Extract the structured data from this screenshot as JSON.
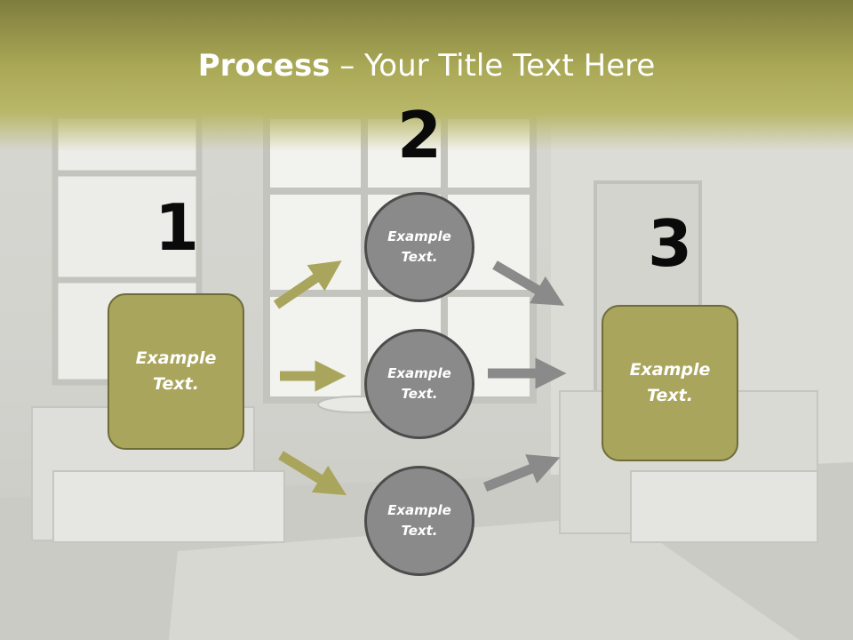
{
  "title": {
    "bold": "Process",
    "rest": " – Your Title Text Here"
  },
  "steps": [
    {
      "number": "1",
      "text": "Example\nText."
    },
    {
      "number": "2"
    },
    {
      "number": "3",
      "text": "Example\nText."
    }
  ],
  "circles": [
    {
      "text": "Example\nText."
    },
    {
      "text": "Example\nText."
    },
    {
      "text": "Example\nText."
    }
  ],
  "colors": {
    "title_band": "#a8a757",
    "box_fill": "#a9a55c",
    "circle_fill": "#8a8a8a",
    "arrow_olive": "#a9a55c",
    "arrow_gray": "#8a8a8a"
  }
}
